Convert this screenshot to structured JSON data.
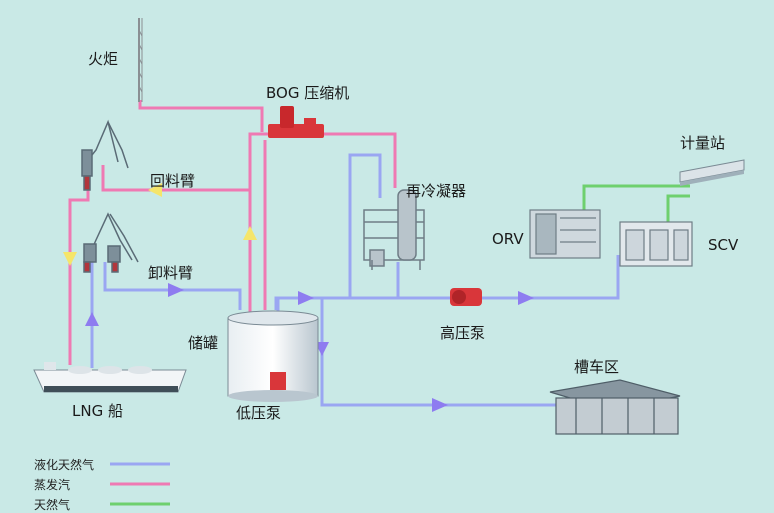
{
  "labels": {
    "flare": "火炬",
    "bog_compressor": "BOG 压缩机",
    "return_arm": "回料臂",
    "unloading_arm": "卸料臂",
    "recondenser": "再冷凝器",
    "metering_station": "计量站",
    "orv": "ORV",
    "scv": "SCV",
    "storage_tank": "储罐",
    "hp_pump": "高压泵",
    "lp_pump": "低压泵",
    "lng_ship": "LNG 船",
    "truck_area": "槽车区"
  },
  "legend": [
    {
      "label": "液化天然气",
      "color": "#9aa6f2"
    },
    {
      "label": "蒸发汽",
      "color": "#ef79b3"
    },
    {
      "label": "天然气",
      "color": "#6ed06e"
    }
  ],
  "colors": {
    "background": "#c9e9e6",
    "lng_line": "#9aa6f2",
    "bog_line": "#ef79b3",
    "gas_line": "#6ed06e",
    "flow_arrow_lng": "#8e7cf0",
    "flow_arrow_bog": "#f5e56a",
    "pump_red": "#d9363a"
  }
}
